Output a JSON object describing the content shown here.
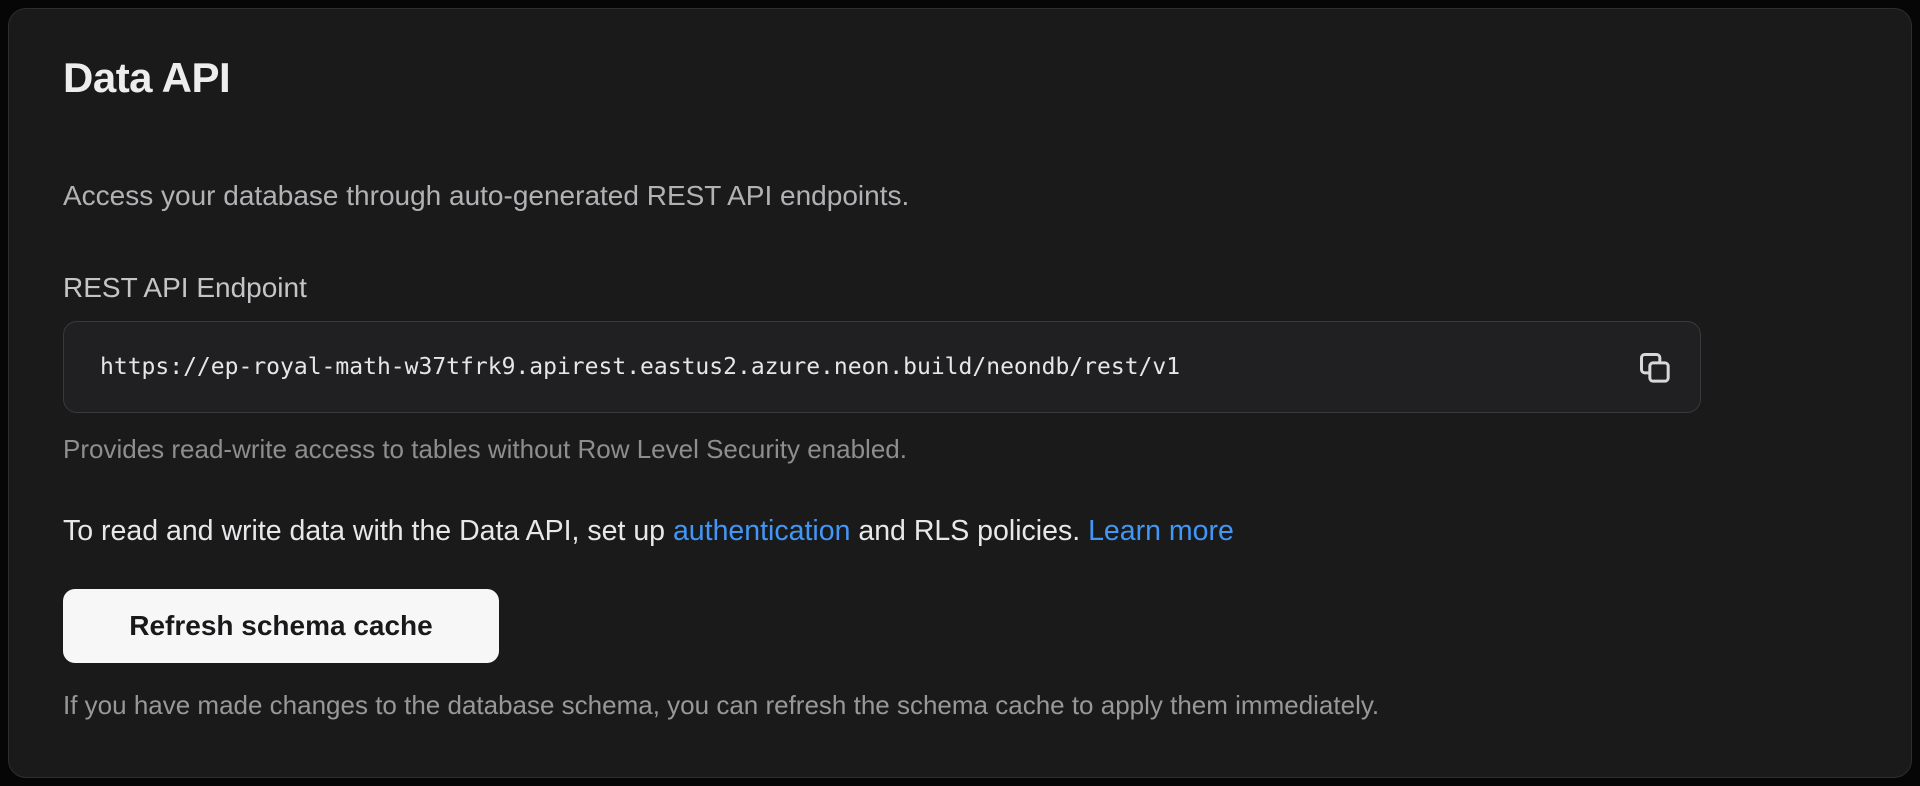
{
  "panel": {
    "title": "Data API",
    "description": "Access your database through auto-generated REST API endpoints.",
    "endpoint": {
      "label": "REST API Endpoint",
      "url": "https://ep-royal-math-w37tfrk9.apirest.eastus2.azure.neon.build/neondb/rest/v1",
      "copy_icon": "copy-icon",
      "helper": "Provides read-write access to tables without Row Level Security enabled."
    },
    "rls_note": {
      "prefix": "To read and write data with the Data API, set up ",
      "auth_link": "authentication",
      "middle": " and RLS policies. ",
      "learn_more_link": "Learn more"
    },
    "refresh": {
      "button_label": "Refresh schema cache",
      "helper": "If you have made changes to the database schema, you can refresh the schema cache to apply them immediately."
    },
    "colors": {
      "outer_background": "#060607",
      "card_background": "#1a1a1b",
      "card_border": "#2e2e30",
      "field_background": "#202022",
      "link": "#4296f5",
      "button_background": "#f7f7f7",
      "button_text": "#19191b"
    }
  }
}
